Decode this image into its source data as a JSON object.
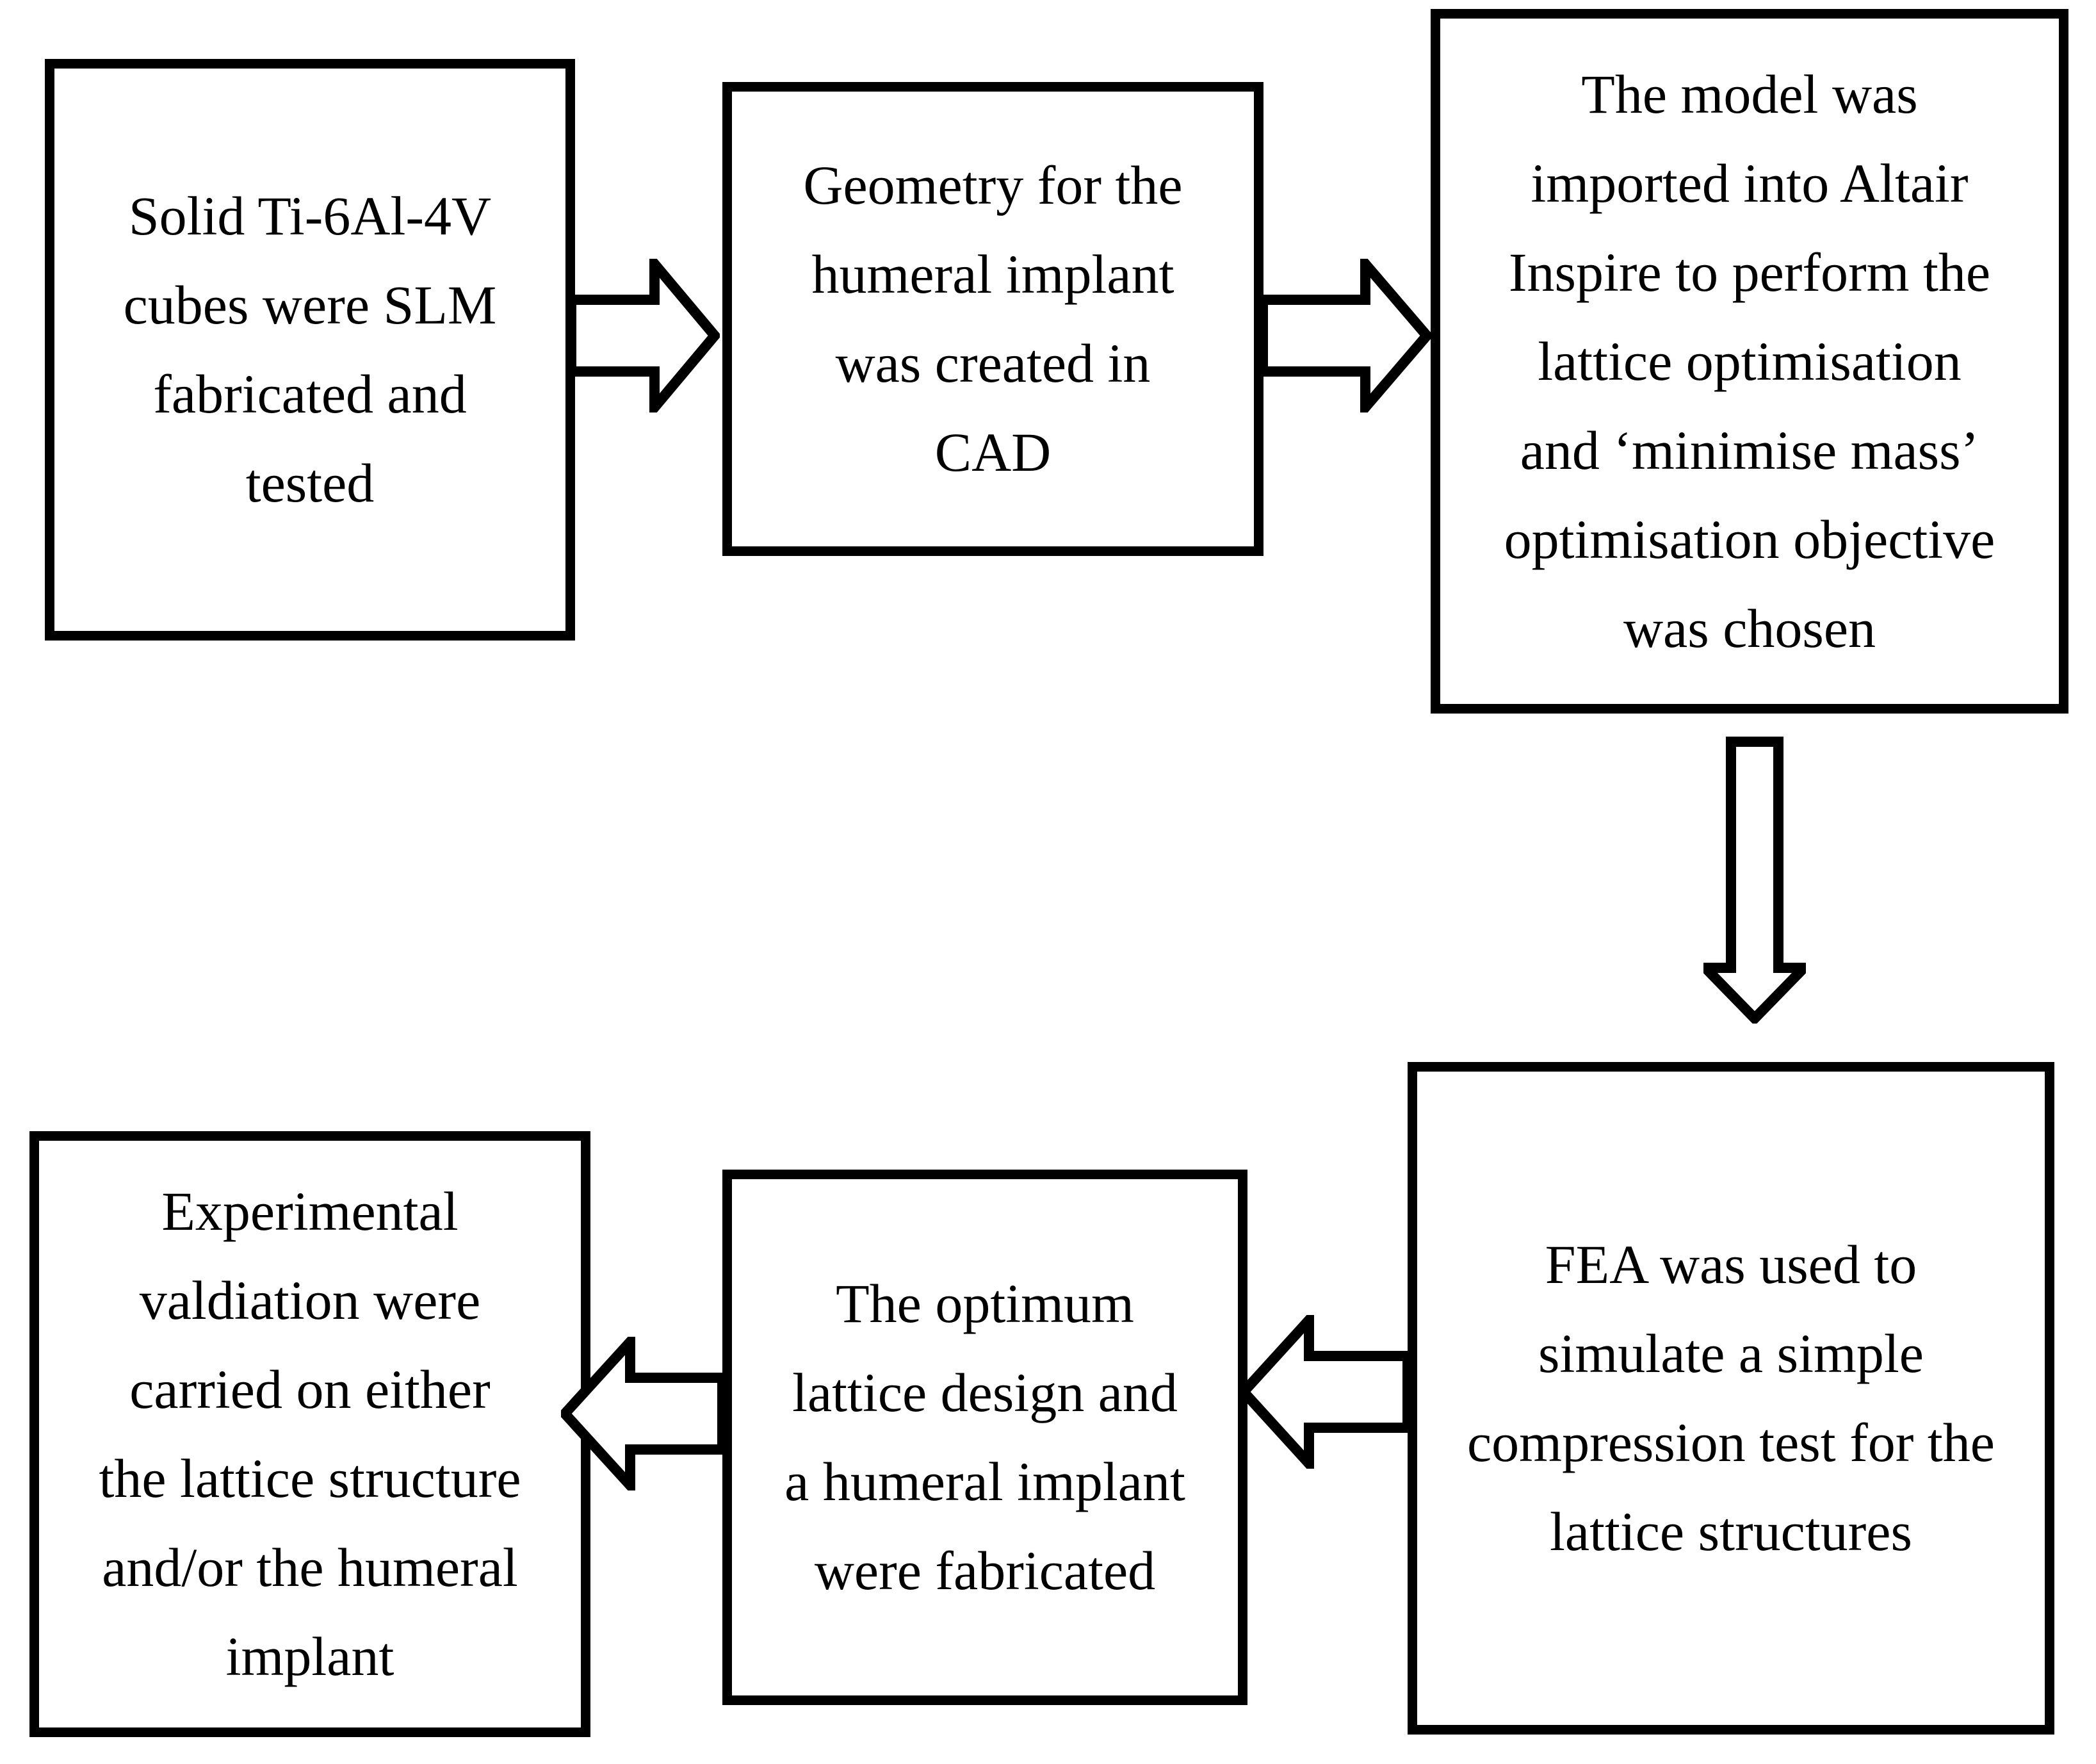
{
  "page": {
    "background": "#ffffff"
  },
  "diagram": {
    "type": "flowchart",
    "colors": {
      "line": "#000000",
      "fill": "#ffffff",
      "text": "#000000"
    },
    "boxes": [
      {
        "name": "box-slm-cubes",
        "lines": [
          "Solid Ti-6Al-4V",
          "cubes were SLM",
          "fabricated and",
          "tested"
        ]
      },
      {
        "name": "box-cad-geometry",
        "lines": [
          "Geometry for the",
          "humeral implant",
          "was created in",
          "CAD"
        ]
      },
      {
        "name": "box-altair-optimisation",
        "lines": [
          "The model was",
          "imported into Altair",
          "Inspire to perform the",
          "lattice optimisation",
          "and ‘minimise mass’",
          "optimisation objective",
          "was chosen"
        ]
      },
      {
        "name": "box-experimental-validation",
        "lines": [
          "Experimental",
          "valdiation were",
          "carried on either",
          "the lattice structure",
          "and/or the humeral",
          "implant"
        ]
      },
      {
        "name": "box-optimum-fabricated",
        "lines": [
          "The optimum",
          "lattice design and",
          "a humeral implant",
          "were fabricated"
        ]
      },
      {
        "name": "box-fea-compression",
        "lines": [
          "FEA was used to",
          "simulate a simple",
          "compression test for the",
          "lattice structures"
        ]
      }
    ],
    "arrows": [
      {
        "name": "arrow-1-to-2",
        "direction": "right",
        "from": "box-slm-cubes",
        "to": "box-cad-geometry"
      },
      {
        "name": "arrow-2-to-3",
        "direction": "right",
        "from": "box-cad-geometry",
        "to": "box-altair-optimisation"
      },
      {
        "name": "arrow-3-to-6",
        "direction": "down",
        "from": "box-altair-optimisation",
        "to": "box-fea-compression"
      },
      {
        "name": "arrow-6-to-5",
        "direction": "left",
        "from": "box-fea-compression",
        "to": "box-optimum-fabricated"
      },
      {
        "name": "arrow-5-to-4",
        "direction": "left",
        "from": "box-optimum-fabricated",
        "to": "box-experimental-validation"
      }
    ]
  }
}
